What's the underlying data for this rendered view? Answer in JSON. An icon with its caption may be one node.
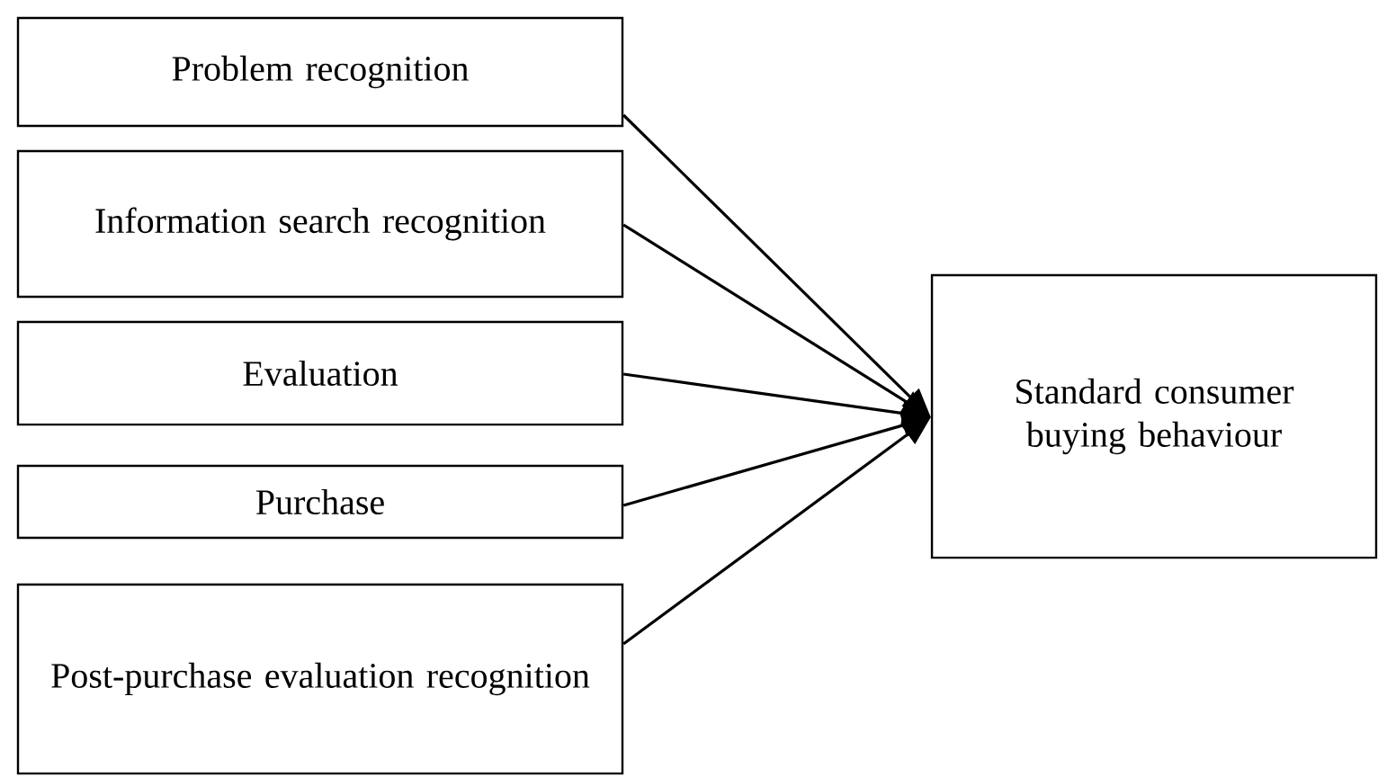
{
  "diagram": {
    "nodes": [
      {
        "text": [
          "Problem recognition"
        ]
      },
      {
        "text": [
          "Information search recognition"
        ]
      },
      {
        "text": [
          "Evaluation"
        ]
      },
      {
        "text": [
          "Purchase"
        ]
      },
      {
        "text": [
          "Post-purchase evaluation recognition"
        ]
      },
      {
        "text": [
          "Standard consumer buying behaviour"
        ]
      }
    ],
    "edges": [
      {
        "from": 0,
        "to": 5,
        "arrow": "to"
      },
      {
        "from": 1,
        "to": 5,
        "arrow": "to"
      },
      {
        "from": 2,
        "to": 5,
        "arrow": "to"
      },
      {
        "from": 3,
        "to": 5,
        "arrow": "to"
      },
      {
        "from": 4,
        "to": 5,
        "arrow": "to"
      }
    ]
  }
}
